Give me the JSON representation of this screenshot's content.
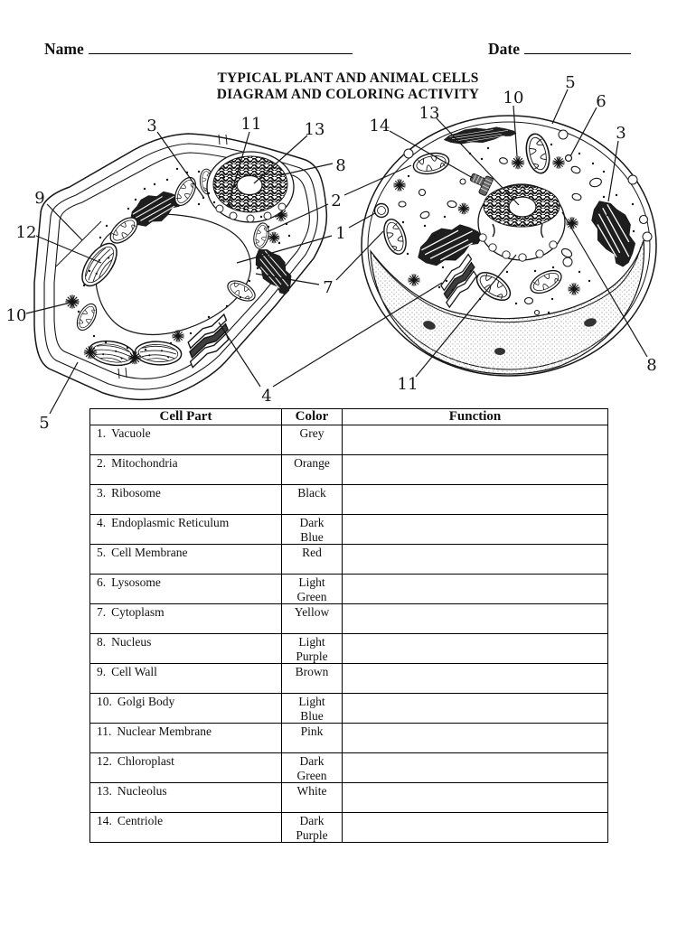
{
  "page": {
    "name_label": "Name",
    "date_label": "Date"
  },
  "title": {
    "line1": "TYPICAL PLANT AND ANIMAL CELLS",
    "line2": "DIAGRAM AND COLORING ACTIVITY"
  },
  "diagrams": {
    "plant": {
      "labels": [
        "3",
        "11",
        "13",
        "8",
        "2",
        "1",
        "7",
        "4",
        "9",
        "12",
        "10",
        "5"
      ]
    },
    "animal": {
      "labels": [
        "13",
        "14",
        "10",
        "5",
        "6",
        "3",
        "8",
        "11"
      ]
    }
  },
  "table": {
    "headers": [
      "Cell Part",
      "Color",
      "Function"
    ],
    "rows": [
      {
        "num": "1.",
        "part": "Vacuole",
        "color": "Grey",
        "function": ""
      },
      {
        "num": "2.",
        "part": "Mitochondria",
        "color": "Orange",
        "function": ""
      },
      {
        "num": "3.",
        "part": "Ribosome",
        "color": "Black",
        "function": ""
      },
      {
        "num": "4.",
        "part": "Endoplasmic Reticulum",
        "color": "Dark Blue",
        "function": ""
      },
      {
        "num": "5.",
        "part": "Cell Membrane",
        "color": "Red",
        "function": ""
      },
      {
        "num": "6.",
        "part": "Lysosome",
        "color": "Light Green",
        "function": ""
      },
      {
        "num": "7.",
        "part": "Cytoplasm",
        "color": "Yellow",
        "function": ""
      },
      {
        "num": "8.",
        "part": "Nucleus",
        "color": "Light Purple",
        "function": ""
      },
      {
        "num": "9.",
        "part": "Cell Wall",
        "color": "Brown",
        "function": ""
      },
      {
        "num": "10.",
        "part": "Golgi Body",
        "color": "Light Blue",
        "function": ""
      },
      {
        "num": "11.",
        "part": "Nuclear Membrane",
        "color": "Pink",
        "function": ""
      },
      {
        "num": "12.",
        "part": "Chloroplast",
        "color": "Dark Green",
        "function": ""
      },
      {
        "num": "13.",
        "part": "Nucleolus",
        "color": "White",
        "function": ""
      },
      {
        "num": "14.",
        "part": "Centriole",
        "color": "Dark Purple",
        "function": ""
      }
    ]
  },
  "colors": {
    "ink": "#161616",
    "paper": "#ffffff",
    "stipple": "#909090"
  }
}
